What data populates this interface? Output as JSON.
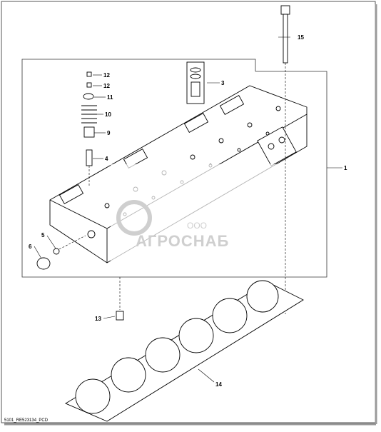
{
  "figure": {
    "id_label": "5101_RE523134_PCD"
  },
  "watermark": {
    "company_prefix": "ООО",
    "company_name": "АГРОСНАБ"
  },
  "callouts": [
    {
      "key": "c1",
      "label": "1"
    },
    {
      "key": "c3",
      "label": "3"
    },
    {
      "key": "c4",
      "label": "4"
    },
    {
      "key": "c5",
      "label": "5"
    },
    {
      "key": "c6",
      "label": "6"
    },
    {
      "key": "c9",
      "label": "9"
    },
    {
      "key": "c10",
      "label": "10"
    },
    {
      "key": "c11",
      "label": "11"
    },
    {
      "key": "c12a",
      "label": "12"
    },
    {
      "key": "c12b",
      "label": "12"
    },
    {
      "key": "c13",
      "label": "13"
    },
    {
      "key": "c14",
      "label": "14"
    },
    {
      "key": "c15",
      "label": "15"
    }
  ]
}
